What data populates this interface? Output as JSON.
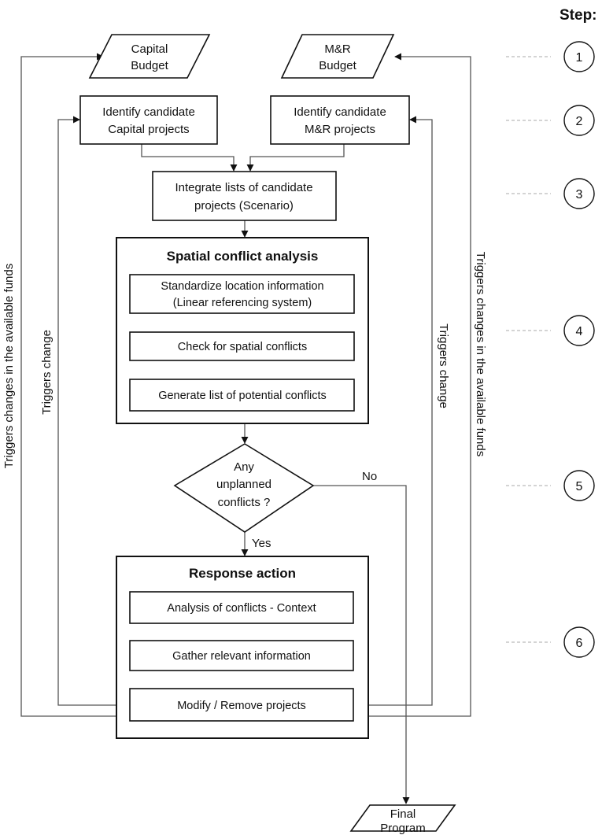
{
  "step_header": "Step:",
  "steps": [
    "1",
    "2",
    "3",
    "4",
    "5",
    "6"
  ],
  "nodes": {
    "capital_budget": [
      "Capital",
      "Budget"
    ],
    "mr_budget": [
      "M&R",
      "Budget"
    ],
    "identify_capital": [
      "Identify candidate",
      "Capital projects"
    ],
    "identify_mr": [
      "Identify candidate",
      "M&R projects"
    ],
    "integrate": [
      "Integrate lists of candidate",
      "projects (Scenario)"
    ],
    "spatial_title": "Spatial conflict analysis",
    "standardize": [
      "Standardize location information",
      "(Linear referencing system)"
    ],
    "check": "Check for spatial conflicts",
    "generate": "Generate list of potential conflicts",
    "decision": [
      "Any",
      "unplanned",
      "conflicts ?"
    ],
    "no": "No",
    "yes": "Yes",
    "response_title": "Response action",
    "analysis": "Analysis of conflicts - Context",
    "gather": "Gather relevant information",
    "modify": "Modify / Remove projects",
    "final": [
      "Final",
      "Program"
    ]
  },
  "side_labels": {
    "outer_left": "Triggers changes in the available funds",
    "inner_left": "Triggers change",
    "inner_right": "Triggers change",
    "outer_right": "Triggers changes in the available funds"
  }
}
